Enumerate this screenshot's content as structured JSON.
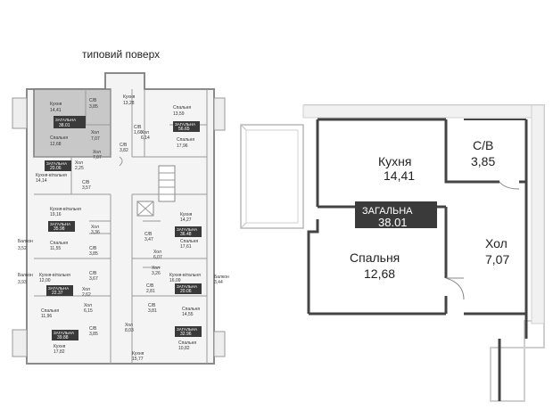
{
  "floor_title": "типовий поверх",
  "selected_apartment": {
    "badge_label": "ЗАГАЛЬНА",
    "badge_area": "38.01",
    "rooms": [
      {
        "name": "Кухня",
        "area": "14,41"
      },
      {
        "name": "С/В",
        "area": "3,85"
      },
      {
        "name": "Хол",
        "area": "7,07"
      },
      {
        "name": "Спальня",
        "area": "12,68"
      }
    ]
  },
  "overview": {
    "apartments": [
      {
        "id": "a1",
        "total": "38.01",
        "rooms": [
          [
            "Кухня",
            "14,41"
          ],
          [
            "С/В",
            "3,85"
          ],
          [
            "Хол",
            "7,07"
          ],
          [
            "Спальня",
            "12,68"
          ]
        ]
      },
      {
        "id": "a2",
        "total": "20.06",
        "rooms": [
          [
            "Кухня-вітальня",
            "14,14"
          ],
          [
            "С/В",
            "3,57"
          ],
          [
            "Хол",
            "2,25"
          ]
        ]
      },
      {
        "id": "a3",
        "total": "35.98",
        "rooms": [
          [
            "Кухня-вітальня",
            "19,16"
          ],
          [
            "Спальня",
            "11,55"
          ],
          [
            "Хол",
            "3,36"
          ],
          [
            "С/В",
            "3,85"
          ],
          [
            "Балкон",
            "3,52"
          ]
        ]
      },
      {
        "id": "a4",
        "total": "22.37",
        "rooms": [
          [
            "Кухня-вітальня",
            "12,00"
          ],
          [
            "С/В",
            "3,67"
          ],
          [
            "Хол",
            "2,62"
          ],
          [
            "Балкон",
            "3,93"
          ]
        ]
      },
      {
        "id": "a5",
        "total": "39.88",
        "rooms": [
          [
            "Спальня",
            "11,96"
          ],
          [
            "Кухня",
            "17,82"
          ],
          [
            "Хол",
            "6,15"
          ],
          [
            "С/В",
            "3,85"
          ]
        ]
      },
      {
        "id": "a6",
        "total": "56.65",
        "rooms": [
          [
            "Кухня",
            "13,28"
          ],
          [
            "Спальня",
            "13,59"
          ],
          [
            "С/В",
            "3,85"
          ],
          [
            "Хол",
            "7,07"
          ],
          [
            "С/В",
            "1,66"
          ],
          [
            "Хол",
            "6,14"
          ],
          [
            "С/В",
            "3,82"
          ],
          [
            "Спальня",
            "17,96"
          ]
        ]
      },
      {
        "id": "a7",
        "total": "36.48",
        "rooms": [
          [
            "Кухня",
            "14,27"
          ],
          [
            "С/В",
            "3,47"
          ],
          [
            "Спальня",
            "17,61"
          ],
          [
            "Хол",
            "6,07"
          ]
        ]
      },
      {
        "id": "a8",
        "total": "20.06",
        "rooms": [
          [
            "Хол",
            "3,26"
          ],
          [
            "С/В",
            "2,81"
          ],
          [
            "Кухня-вітальня",
            "16,09"
          ],
          [
            "Балкон",
            "3,44"
          ]
        ]
      },
      {
        "id": "a9",
        "total": "32.96",
        "rooms": [
          [
            "С/В",
            "3,81"
          ],
          [
            "Спальня",
            "14,55"
          ],
          [
            "Хол",
            "8,03"
          ],
          [
            "Кухня",
            "15,77"
          ],
          [
            "Спальня",
            "10,82"
          ]
        ]
      }
    ]
  }
}
